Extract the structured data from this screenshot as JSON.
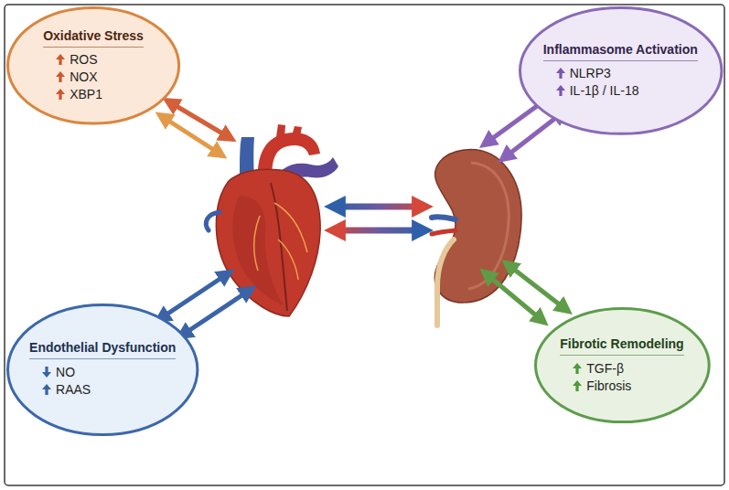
{
  "diagram": {
    "nodes": [
      {
        "text": [
          "Oxidative Stress",
          "ROS",
          "NOX",
          "XBP1"
        ]
      },
      {
        "text": [
          "Inflammasome Activation",
          "NLRP3",
          "IL-1β / IL-18"
        ]
      },
      {
        "text": [
          "Endothelial Dysfunction",
          "NO",
          "RAAS"
        ]
      },
      {
        "text": [
          "Fibrotic Remodeling",
          "TGF-β",
          "Fibrosis"
        ]
      }
    ]
  }
}
